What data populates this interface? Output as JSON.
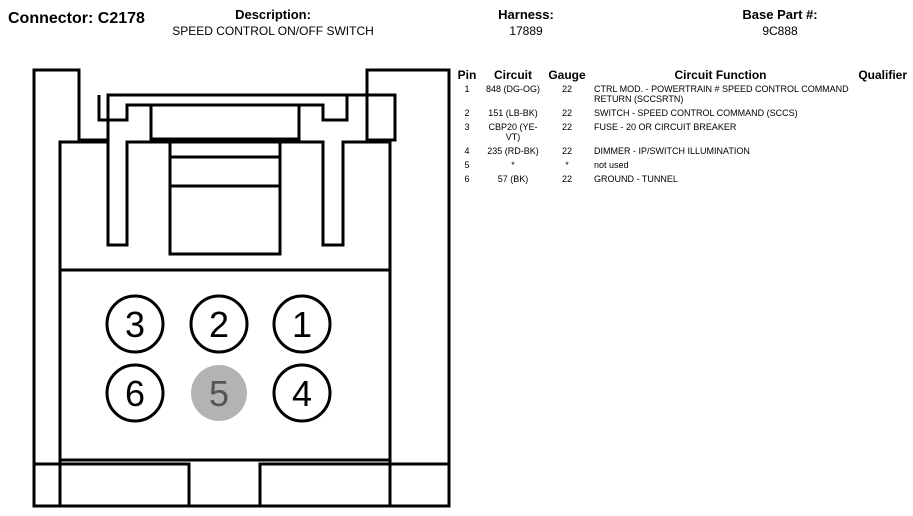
{
  "header": {
    "connector": "Connector: C2178",
    "description_label": "Description:",
    "description": "SPEED CONTROL ON/OFF SWITCH",
    "harness_label": "Harness:",
    "harness": "17889",
    "base_part_label": "Base Part #:",
    "base_part": "9C888"
  },
  "table": {
    "columns": [
      "Pin",
      "Circuit",
      "Gauge",
      "Circuit Function",
      "Qualifier"
    ],
    "rows": [
      {
        "pin": "1",
        "circuit": "848 (DG-OG)",
        "gauge": "22",
        "function": "CTRL MOD. - POWERTRAIN # SPEED CONTROL COMMAND RETURN (SCCSRTN)",
        "qualifier": ""
      },
      {
        "pin": "2",
        "circuit": "151 (LB-BK)",
        "gauge": "22",
        "function": "SWITCH - SPEED CONTROL COMMAND (SCCS)",
        "qualifier": ""
      },
      {
        "pin": "3",
        "circuit": "CBP20 (YE-VT)",
        "gauge": "22",
        "function": "FUSE - 20 OR CIRCUIT BREAKER",
        "qualifier": ""
      },
      {
        "pin": "4",
        "circuit": "235 (RD-BK)",
        "gauge": "22",
        "function": "DIMMER - IP/SWITCH ILLUMINATION",
        "qualifier": ""
      },
      {
        "pin": "5",
        "circuit": "*",
        "gauge": "*",
        "function": "not used",
        "qualifier": ""
      },
      {
        "pin": "6",
        "circuit": "57 (BK)",
        "gauge": "22",
        "function": "GROUND - TUNNEL",
        "qualifier": ""
      }
    ]
  },
  "diagram": {
    "pins": [
      {
        "label": "3",
        "used": true
      },
      {
        "label": "2",
        "used": true
      },
      {
        "label": "1",
        "used": true
      },
      {
        "label": "6",
        "used": true
      },
      {
        "label": "5",
        "used": false
      },
      {
        "label": "4",
        "used": true
      }
    ],
    "colors": {
      "outline": "#000000",
      "unused_fill": "#b3b3b3",
      "unused_text": "#555555"
    }
  }
}
